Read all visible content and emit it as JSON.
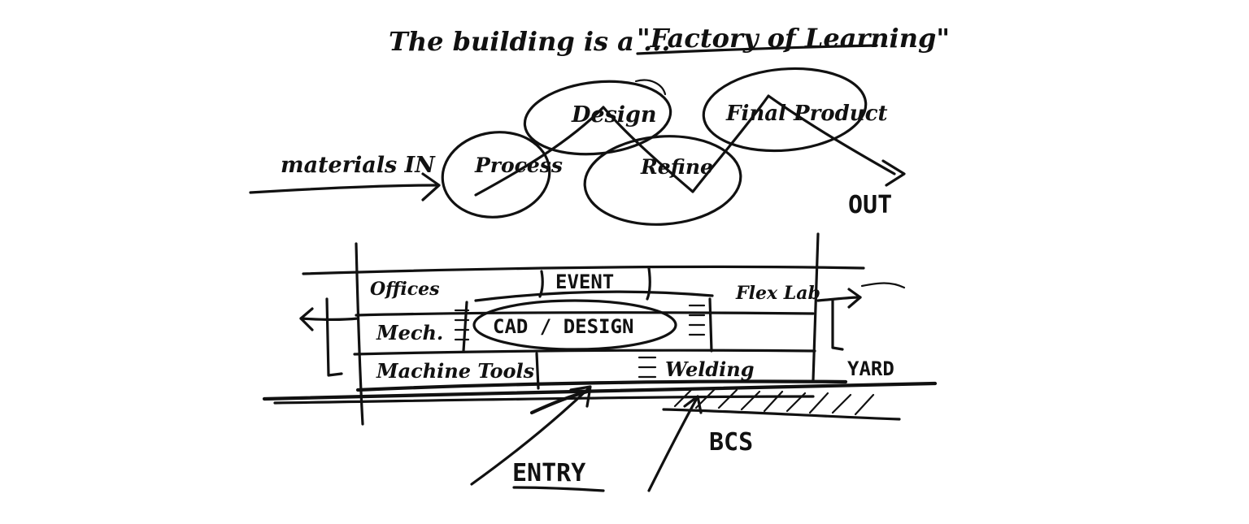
{
  "title": {
    "prefix": "The building is a ...",
    "quote": "\"Factory of Learning\""
  },
  "flow": {
    "input_label": "materials IN",
    "stages": [
      "Process",
      "Design",
      "Refine",
      "Final Product"
    ],
    "output_label": "OUT"
  },
  "plan": {
    "rooms": {
      "offices": "Offices",
      "event": "EVENT",
      "mech": "Mech.",
      "cad_design": "CAD / DESIGN",
      "flex_lab": "Flex Lab",
      "machine_tools": "Machine Tools",
      "welding": "Welding",
      "yard": "YARD"
    },
    "labels": {
      "entry": "ENTRY",
      "bcs": "BCS"
    }
  },
  "colors": {
    "ink": "#111111",
    "paper": "#ffffff"
  }
}
